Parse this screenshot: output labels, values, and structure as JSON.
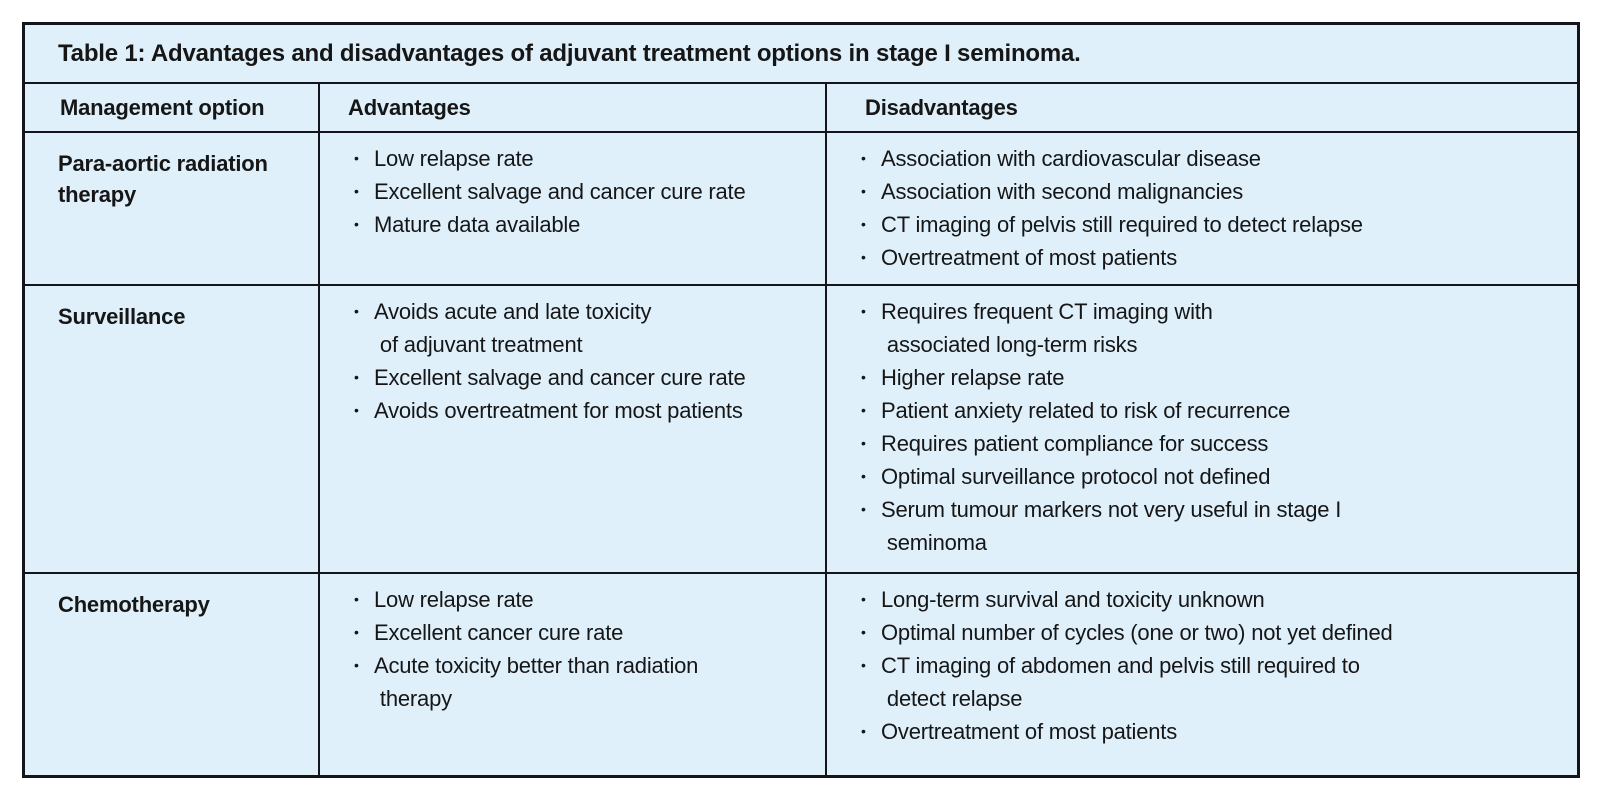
{
  "table": {
    "title": "Table 1: Advantages and disadvantages of adjuvant treatment options in stage I seminoma.",
    "columns": [
      "Management option",
      "Advantages",
      "Disadvantages"
    ],
    "rows": [
      {
        "option": "Para-aortic radiation therapy",
        "advantages": [
          "Low relapse rate",
          "Excellent salvage and cancer cure rate",
          "Mature data available"
        ],
        "disadvantages": [
          "Association with cardiovascular disease",
          "Association with second malignancies",
          "CT imaging of pelvis still required to detect relapse",
          "Overtreatment of most patients"
        ]
      },
      {
        "option": "Surveillance",
        "advantages": [
          "Avoids acute and late toxicity\n of adjuvant treatment",
          "Excellent salvage and cancer cure rate",
          "Avoids overtreatment for most patients"
        ],
        "disadvantages": [
          "Requires frequent CT imaging with\n associated long-term risks",
          "Higher relapse rate",
          "Patient anxiety related to risk of recurrence",
          "Requires patient compliance for success",
          "Optimal surveillance protocol not defined",
          "Serum tumour markers not very useful in stage I\n seminoma"
        ]
      },
      {
        "option": "Chemotherapy",
        "advantages": [
          "Low relapse rate",
          "Excellent cancer cure rate",
          "Acute toxicity better than radiation\n therapy"
        ],
        "disadvantages": [
          "Long-term survival and toxicity unknown",
          "Optimal number of cycles (one or two) not yet defined",
          "CT imaging of abdomen and pelvis still required to\n detect relapse",
          "Overtreatment of most patients"
        ]
      }
    ],
    "colors": {
      "cell_background": "#dff0fb",
      "border": "#14141c",
      "text": "#161616",
      "page_background": "#ffffff"
    },
    "bullet_glyph": "•"
  }
}
